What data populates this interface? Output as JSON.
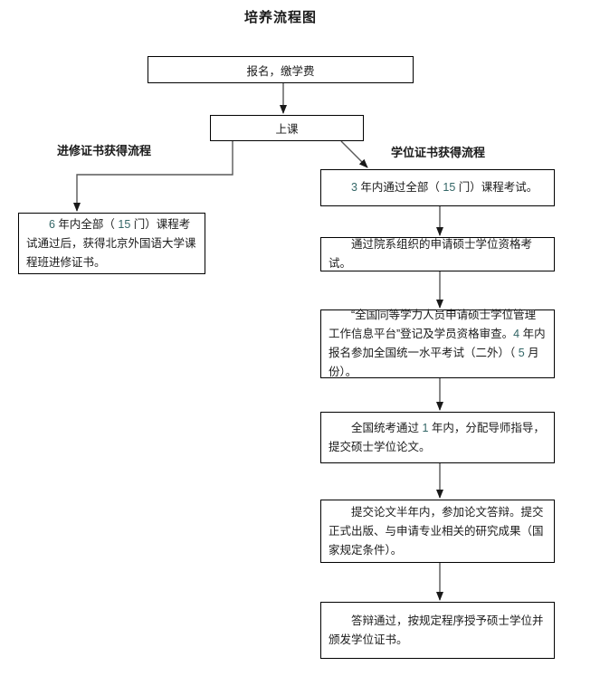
{
  "title": "培养流程图",
  "colors": {
    "number_accent": "#336666",
    "line": "#595959",
    "border": "#000000"
  },
  "branches": {
    "left_label": "进修证书获得流程",
    "right_label": "学位证书获得流程"
  },
  "nodes": {
    "enroll": "报名，缴学费",
    "attend": "上课",
    "study_certificate": "6 年内全部（ 15 门）课程考试通过后，获得北京外国语大学课程班进修证书。",
    "degree_steps": [
      "3 年内通过全部（ 15 门）课程考试。",
      "通过院系组织的申请硕士学位资格考试。",
      "“全国同等学力人员申请硕士学位管理工作信息平台”登记及学员资格审查。4 年内报名参加全国统一水平考试（二外）（ 5 月份）。",
      "全国统考通过 1 年内，分配导师指导，提交硕士学位论文。",
      "提交论文半年内，参加论文答辩。提交正式出版、与申请专业相关的研究成果（国家规定条件）。",
      "答辩通过，按规定程序授予硕士学位并颁发学位证书。"
    ]
  }
}
